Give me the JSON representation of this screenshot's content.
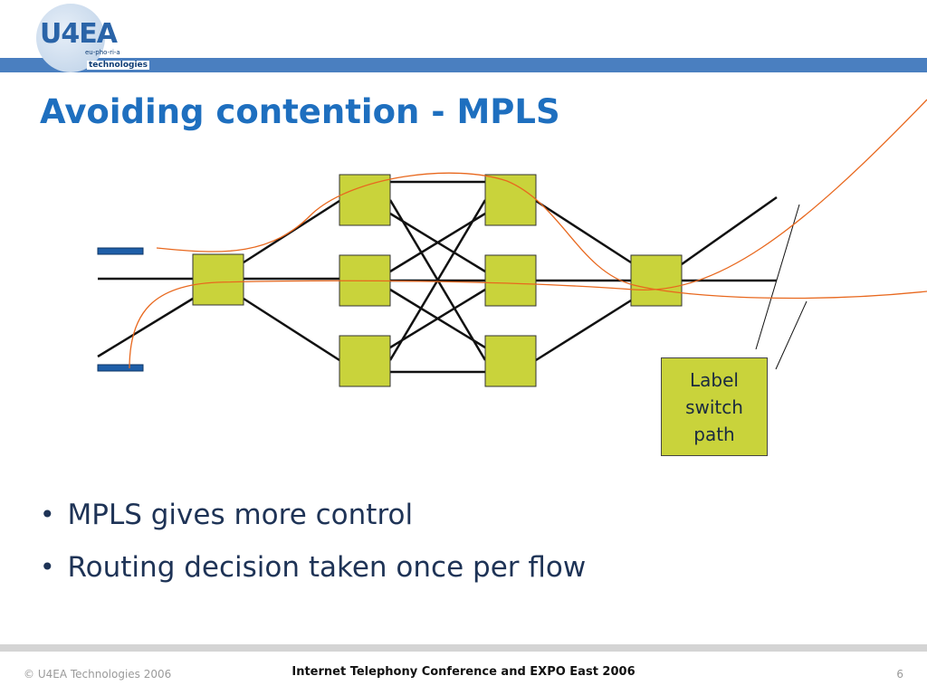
{
  "header": {
    "logo_text": "U4EA",
    "logo_tagline": "eu-pho-ri-a",
    "logo_subtitle": "technologies",
    "bar_color": "#4a7fc0"
  },
  "slide": {
    "title": "Avoiding contention - MPLS",
    "label_box": [
      "Label",
      "switch",
      "path"
    ],
    "bullets": [
      "MPLS gives more control",
      "Routing decision taken once per flow"
    ]
  },
  "diagram": {
    "node_color": "#c9d33b",
    "path_color": "#e8681e",
    "endpoint_color": "#1f5fa8"
  },
  "footer": {
    "copyright": "© U4EA Technologies 2006",
    "event": "Internet Telephony Conference and EXPO East 2006",
    "page_number": "6"
  }
}
